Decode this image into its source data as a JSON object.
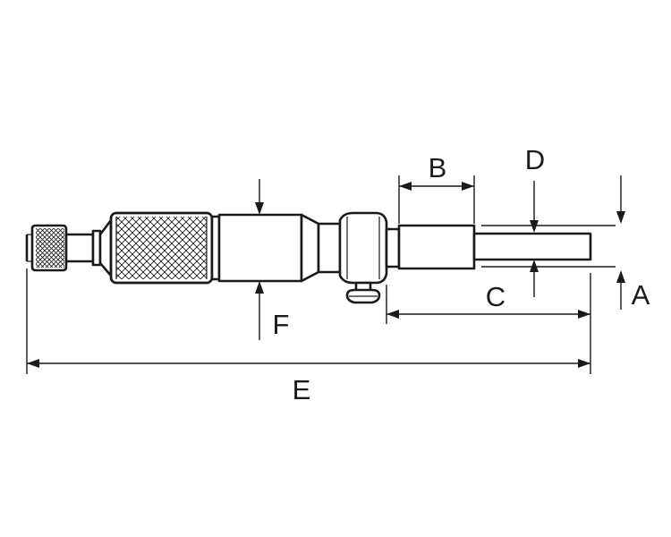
{
  "diagram": {
    "dimension_labels": {
      "A": "A",
      "B": "B",
      "C": "C",
      "D": "D",
      "E": "E",
      "F": "F"
    },
    "stroke_color": "#1a1a1a",
    "background_color": "#ffffff"
  }
}
